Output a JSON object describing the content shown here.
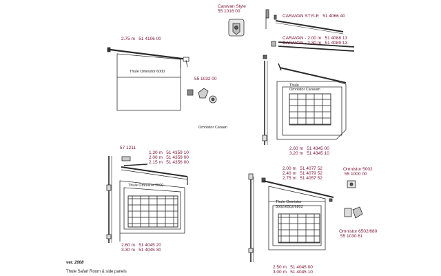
{
  "colors": {
    "part_number": "#7a1030",
    "line": "#2a2a2a",
    "text": "#222222"
  },
  "top_left": {
    "rod_label": "2.75 m",
    "rod_part": "51 4106 00",
    "panel_label": "Thule Omnistor 6000",
    "bracket_part": "55 1032 00",
    "caption": "Omnistor Caraan"
  },
  "top_right": {
    "caravan_style_label": "Caravan Style",
    "caravan_style_part": "55 1016 00",
    "rail_title": "CARAVAN STYLE",
    "rail_title_part": "51 4066 40",
    "rods": [
      {
        "label": "CARAVAN - 2.00 m",
        "part": "51 4088 13"
      },
      {
        "label": "CARAVAN - 2.30 m",
        "part": "51 4089 13"
      }
    ],
    "panel_label_1": "Thule",
    "panel_label_2": "Omnistor Caravan",
    "bottom_rods": [
      {
        "label": "2.60 m",
        "part": "51 4345 00"
      },
      {
        "label": "3.20 m",
        "part": "51 4345 10"
      }
    ]
  },
  "bottom_left": {
    "top_part": "57 1211",
    "rods": [
      {
        "label": "1.30 m",
        "part": "51 4359 10"
      },
      {
        "label": "2.00 m",
        "part": "51 4359 00"
      },
      {
        "label": "2.15 m",
        "part": "51 4356 00"
      }
    ],
    "panel_label": "Thule Omnistor  2000",
    "bottom_rods": [
      {
        "label": "2.60 m",
        "part": "51 4045 20"
      },
      {
        "label": "3.30 m",
        "part": "51 4045 30"
      }
    ]
  },
  "bottom_right": {
    "rods": [
      {
        "label": "2.00 m",
        "part": "51 4077 52"
      },
      {
        "label": "2.40 m",
        "part": "51 4079 52"
      },
      {
        "label": "2.75 m",
        "part": "51 4057 52"
      }
    ],
    "omnistor_5002_label": "Omnistor 5002",
    "omnistor_5002_part": "55 1000 00",
    "panel_label_1": "Thule Omnistor",
    "panel_label_2": "5002/6502/6802",
    "omnistor_6502_label": "Omnistor 6502/680",
    "omnistor_6502_part": "55 1030 61",
    "bottom_rods": [
      {
        "label": "2.50 m",
        "part": "51 4045 00"
      },
      {
        "label": "3.00 m",
        "part": "51 4045 10"
      }
    ]
  },
  "footer": {
    "version": "ver. 2008",
    "title": "Thule Safari Room & side panels"
  }
}
